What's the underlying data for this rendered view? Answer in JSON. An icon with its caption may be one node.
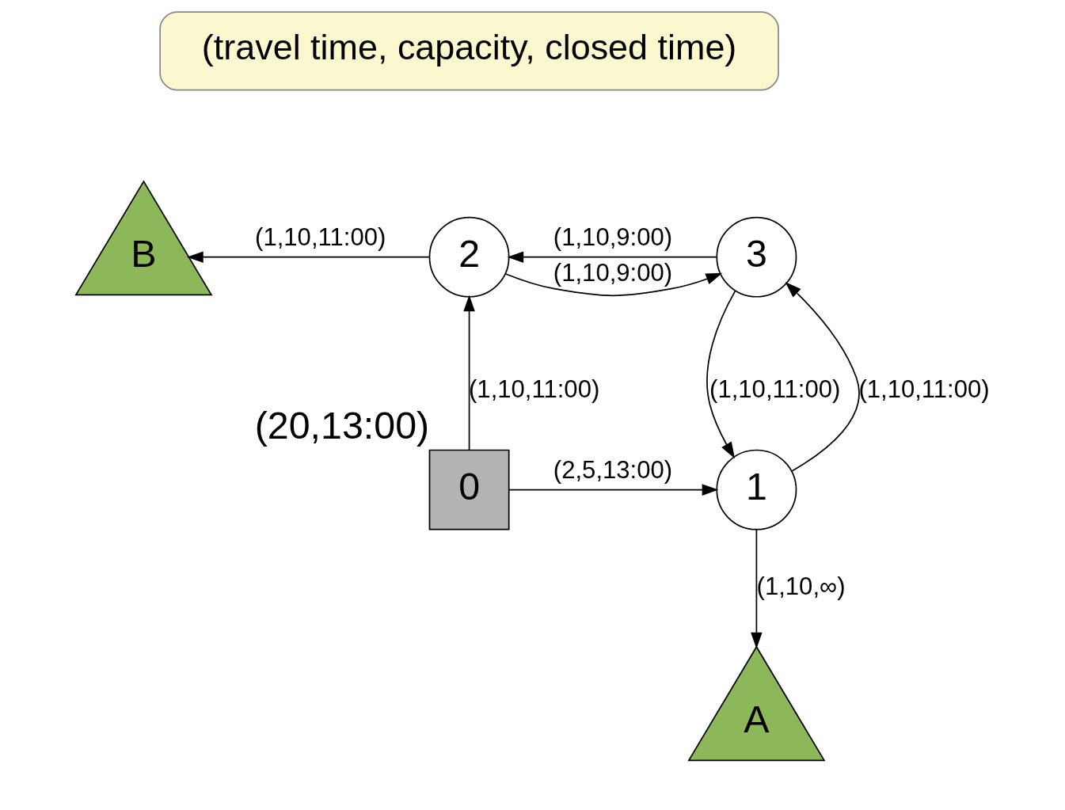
{
  "diagram": {
    "nodes": [
      {
        "text": [
          "(travel time, capacity, closed time)"
        ]
      },
      {
        "text": [
          "B"
        ]
      },
      {
        "text": [
          "2"
        ]
      },
      {
        "text": [
          "3"
        ]
      },
      {
        "text": [
          "0"
        ],
        "beside": [
          "(20,13:00)"
        ]
      },
      {
        "text": [
          "1"
        ]
      },
      {
        "text": [
          "A"
        ]
      }
    ],
    "edges": [
      {
        "from": 2,
        "to": 1,
        "arrow": "to",
        "label": "(1,10,11:00)"
      },
      {
        "from": 3,
        "to": 2,
        "arrow": "to",
        "label": "(1,10,9:00)"
      },
      {
        "from": 2,
        "to": 3,
        "arrow": "to",
        "label": "(1,10,9:00)"
      },
      {
        "from": 4,
        "to": 2,
        "arrow": "to",
        "label": "(1,10,11:00)"
      },
      {
        "from": 3,
        "to": 5,
        "arrow": "to",
        "label": "(1,10,11:00)"
      },
      {
        "from": 5,
        "to": 3,
        "arrow": "to",
        "label": "(1,10,11:00)"
      },
      {
        "from": 4,
        "to": 5,
        "arrow": "to",
        "label": "(2,5,13:00)"
      },
      {
        "from": 5,
        "to": 6,
        "arrow": "to",
        "label": "(1,10,∞)"
      }
    ]
  }
}
